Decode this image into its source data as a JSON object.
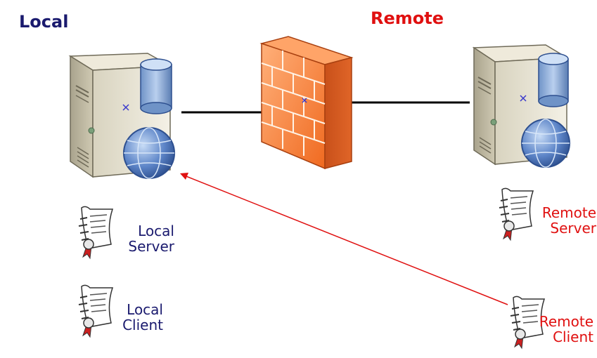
{
  "zones": {
    "local": "Local",
    "remote": "Remote"
  },
  "certificates": {
    "local_server": {
      "line1": "Local",
      "line2": "Server"
    },
    "local_client": {
      "line1": "Local",
      "line2": "Client"
    },
    "remote_server": {
      "line1": "Remote",
      "line2": "Server"
    },
    "remote_client": {
      "line1": "Remote",
      "line2": "Client"
    }
  },
  "colors": {
    "local_text": "#1a1a6e",
    "remote_text": "#e01010",
    "connection_line": "#000000",
    "trust_arrow": "#e01010",
    "firewall": "#f07830"
  },
  "icons": [
    "server-icon",
    "database-icon",
    "globe-icon",
    "firewall-icon",
    "certificate-icon",
    "seal-icon"
  ]
}
